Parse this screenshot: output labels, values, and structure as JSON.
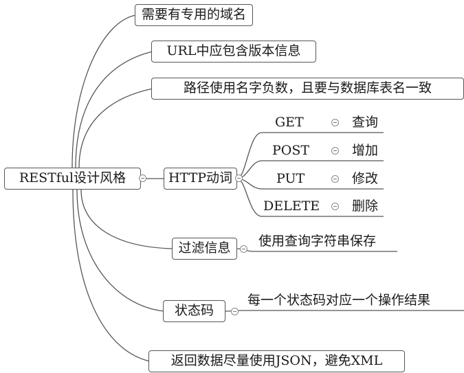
{
  "root": {
    "label": "RESTful设计风格"
  },
  "branches": [
    {
      "label": "需要有专用的域名"
    },
    {
      "label": "URL中应包含版本信息"
    },
    {
      "label": "路径使用名字负数，且要与数据库表名一致"
    },
    {
      "label": "HTTP动词"
    },
    {
      "label": "过滤信息"
    },
    {
      "label": "状态码"
    },
    {
      "label": "返回数据尽量使用JSON，避免XML"
    }
  ],
  "http_verbs": [
    {
      "verb": "GET",
      "meaning": "查询"
    },
    {
      "verb": "POST",
      "meaning": "增加"
    },
    {
      "verb": "PUT",
      "meaning": "修改"
    },
    {
      "verb": "DELETE",
      "meaning": "删除"
    }
  ],
  "filter_detail": "使用查询字符串保存",
  "status_detail": "每一个状态码对应一个操作结果",
  "colors": {
    "line": "#555555",
    "text": "#1a1a1a",
    "border": "#555555"
  }
}
